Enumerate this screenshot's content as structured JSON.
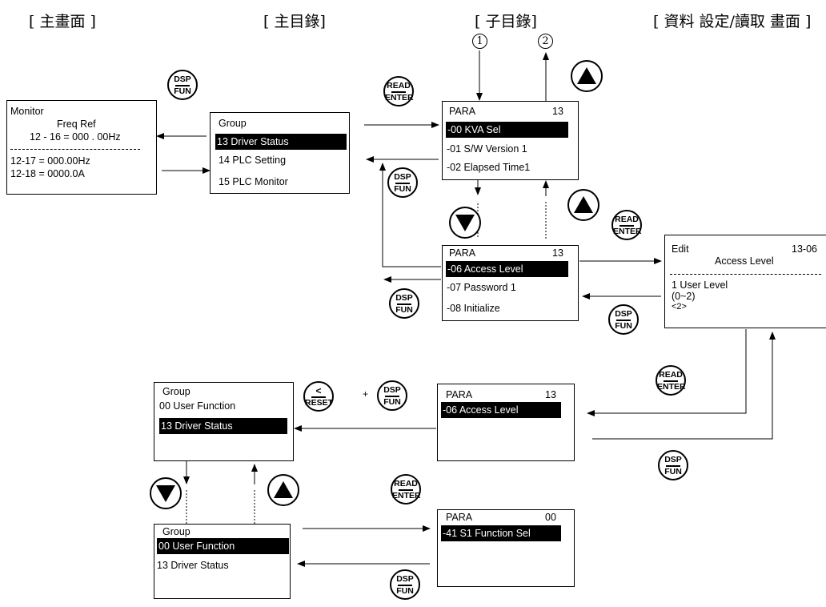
{
  "headers": {
    "main_screen": "[ 主畫面 ]",
    "main_menu": "[ 主目錄]",
    "sub_menu": "[ 子目錄]",
    "data_screen": "[ 資料 設定/讀取 畫面 ]"
  },
  "markers": {
    "one": "1",
    "two": "2"
  },
  "monitor": {
    "title": "Monitor",
    "subtitle": "Freq  Ref",
    "main_line": "12  -  16 = 000 . 00Hz",
    "line1": "12-17 = 000.00Hz",
    "line2": "12-18 = 0000.0A"
  },
  "group1": {
    "title": "Group",
    "items": [
      "13 Driver Status",
      "14 PLC Setting",
      "15 PLC Monitor"
    ]
  },
  "para1": {
    "title": "PARA",
    "num": "13",
    "items": [
      "-00 KVA Sel",
      "-01  S/W Version 1",
      "-02 Elapsed Time1"
    ]
  },
  "para2": {
    "title": "PARA",
    "num": "13",
    "items": [
      "-06 Access Level",
      "-07 Password 1",
      "-08 Initialize"
    ]
  },
  "edit": {
    "title": "Edit",
    "code": "13-06",
    "subtitle": "Access Level",
    "value": "1  User Level",
    "range": "(0~2)",
    "default": "<2>"
  },
  "para3": {
    "title": "PARA",
    "num": "13",
    "item": "-06 Access Level"
  },
  "group2": {
    "title": "Group",
    "item1": "00 User Function",
    "item2": "13 Driver Status"
  },
  "group3": {
    "title": "Group",
    "item1": "00 User Function",
    "item2": "13 Driver Status"
  },
  "para4": {
    "title": "PARA",
    "num": "00",
    "item": "-41  S1 Function Sel"
  },
  "keys": {
    "dsp": "DSP",
    "fun": "FUN",
    "read": "READ",
    "enter": "ENTER",
    "lt": "<",
    "reset": "RESET",
    "plus": "+"
  }
}
